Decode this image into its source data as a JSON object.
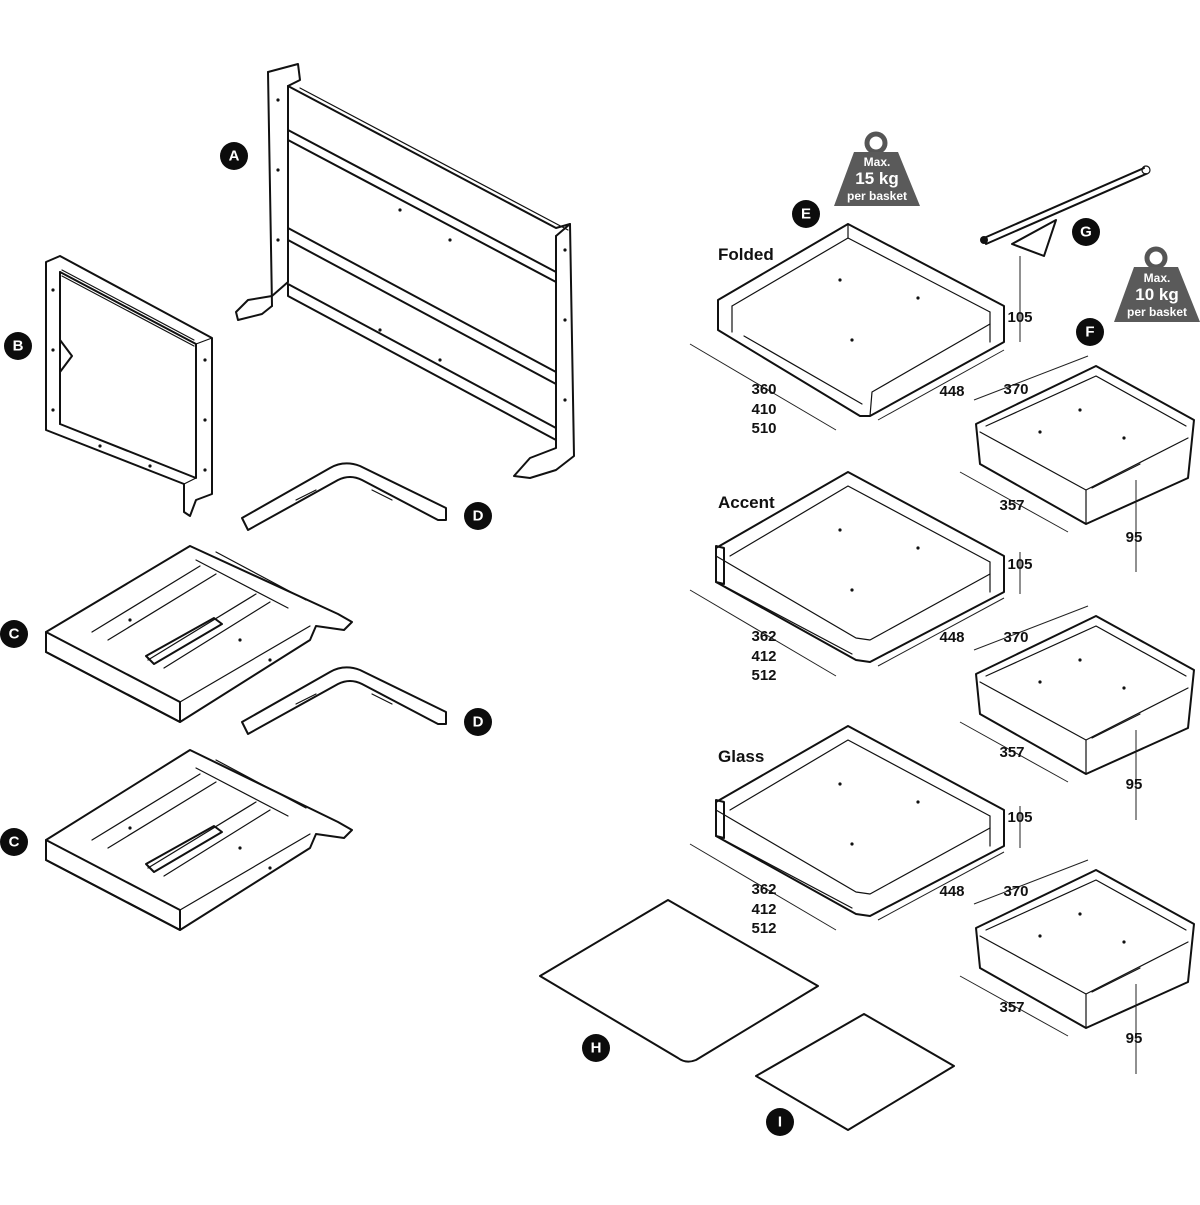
{
  "parts": {
    "A": "A",
    "B": "B",
    "C1": "C",
    "C2": "C",
    "D1": "D",
    "D2": "D",
    "E": "E",
    "F": "F",
    "G": "G",
    "H": "H",
    "I": "I"
  },
  "weights": {
    "large": {
      "line1": "Max.",
      "line2": "15 kg",
      "line3": "per basket"
    },
    "small": {
      "line1": "Max.",
      "line2": "10 kg",
      "line3": "per basket"
    }
  },
  "baskets": {
    "folded": {
      "title": "Folded",
      "height": "105",
      "depth": "448",
      "widths": [
        "360",
        "410",
        "510"
      ]
    },
    "accent": {
      "title": "Accent",
      "height": "105",
      "depth": "448",
      "widths": [
        "362",
        "412",
        "512"
      ]
    },
    "glass": {
      "title": "Glass",
      "height": "105",
      "depth": "448",
      "widths": [
        "362",
        "412",
        "512"
      ]
    }
  },
  "small_baskets": [
    {
      "width": "370",
      "depth": "357",
      "height": "95"
    },
    {
      "width": "370",
      "depth": "357",
      "height": "95"
    },
    {
      "width": "370",
      "depth": "357",
      "height": "95"
    }
  ]
}
